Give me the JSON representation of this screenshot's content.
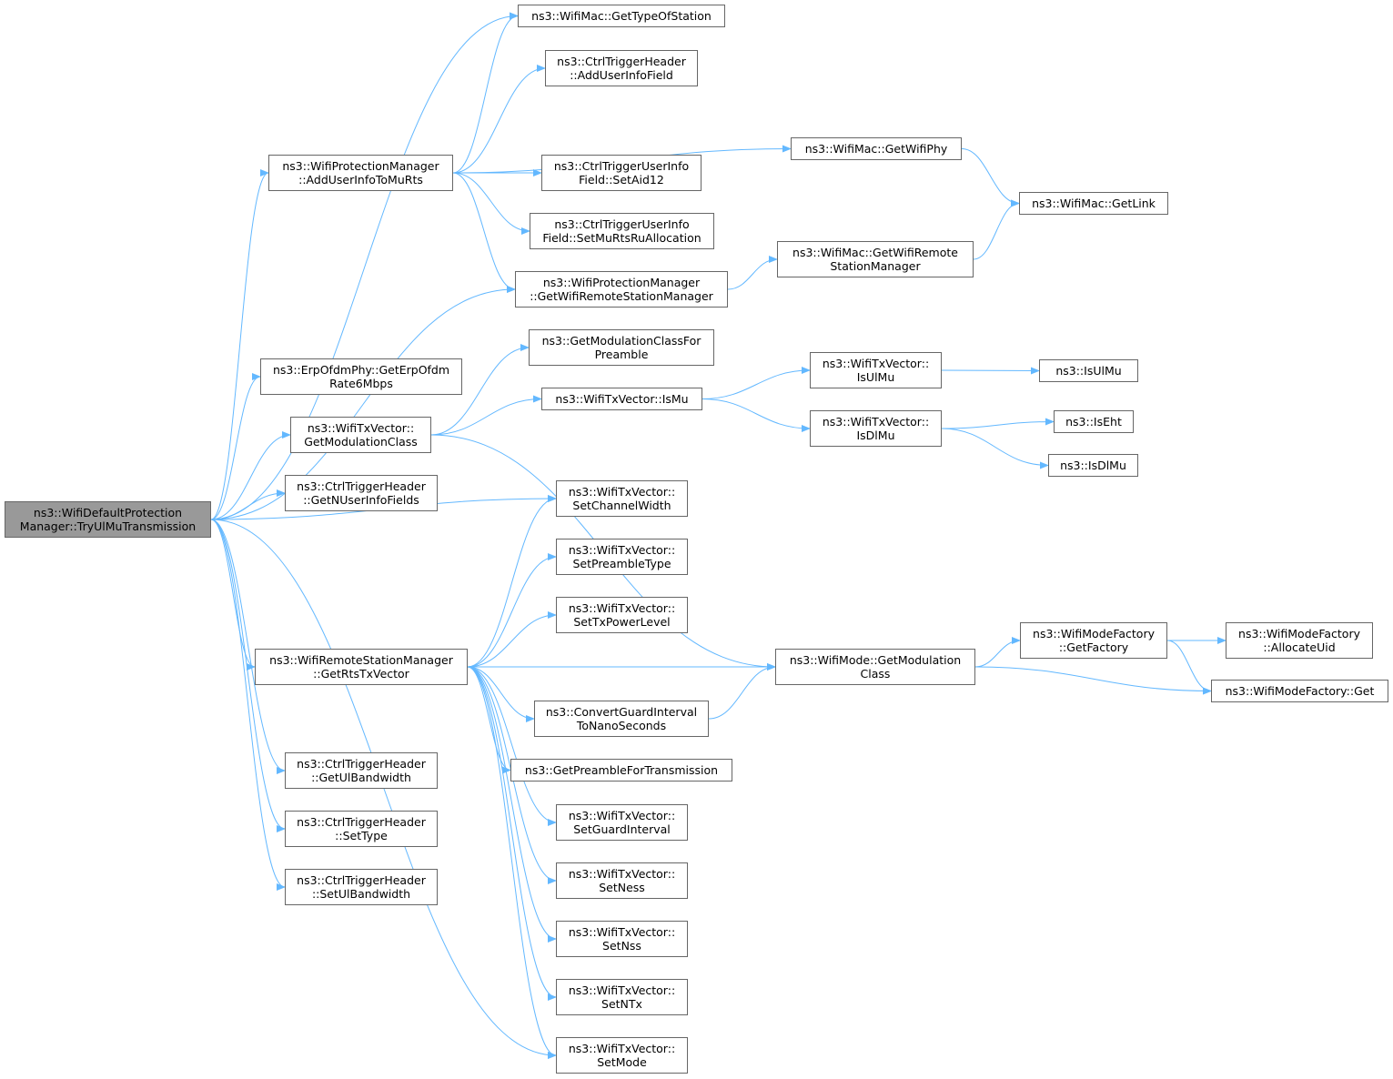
{
  "colors": {
    "edge": "#63b8ff",
    "node_border": "#666666",
    "root_fill": "#999999",
    "node_fill": "#ffffff"
  },
  "nodes": {
    "root": [
      "ns3::WifiDefaultProtection",
      "Manager::TryUlMuTransmission"
    ],
    "get_type_of_station": [
      "ns3::WifiMac::GetTypeOfStation"
    ],
    "add_user_info_field": [
      "ns3::CtrlTriggerHeader",
      "::AddUserInfoField"
    ],
    "add_user_info_to_mu_rts": [
      "ns3::WifiProtectionManager",
      "::AddUserInfoToMuRts"
    ],
    "get_wifi_phy": [
      "ns3::WifiMac::GetWifiPhy"
    ],
    "set_aid12": [
      "ns3::CtrlTriggerUserInfo",
      "Field::SetAid12"
    ],
    "get_link": [
      "ns3::WifiMac::GetLink"
    ],
    "set_mu_rts_ru_allocation": [
      "ns3::CtrlTriggerUserInfo",
      "Field::SetMuRtsRuAllocation"
    ],
    "mac_get_wifi_remote_station_manager": [
      "ns3::WifiMac::GetWifiRemote",
      "StationManager"
    ],
    "pm_get_wifi_remote_station_manager": [
      "ns3::WifiProtectionManager",
      "::GetWifiRemoteStationManager"
    ],
    "get_modulation_class_for_preamble": [
      "ns3::GetModulationClassFor",
      "Preamble"
    ],
    "get_erp_ofdm_rate": [
      "ns3::ErpOfdmPhy::GetErpOfdm",
      "Rate6Mbps"
    ],
    "tx_is_ul_mu": [
      "ns3::WifiTxVector::",
      "IsUlMu"
    ],
    "is_ul_mu": [
      "ns3::IsUlMu"
    ],
    "tx_is_mu": [
      "ns3::WifiTxVector::IsMu"
    ],
    "tx_get_modulation_class": [
      "ns3::WifiTxVector::",
      "GetModulationClass"
    ],
    "tx_is_dl_mu": [
      "ns3::WifiTxVector::",
      "IsDlMu"
    ],
    "is_eht": [
      "ns3::IsEht"
    ],
    "is_dl_mu": [
      "ns3::IsDlMu"
    ],
    "get_n_user_info_fields": [
      "ns3::CtrlTriggerHeader",
      "::GetNUserInfoFields"
    ],
    "set_channel_width": [
      "ns3::WifiTxVector::",
      "SetChannelWidth"
    ],
    "set_preamble_type": [
      "ns3::WifiTxVector::",
      "SetPreambleType"
    ],
    "set_tx_power_level": [
      "ns3::WifiTxVector::",
      "SetTxPowerLevel"
    ],
    "mode_factory_get_factory": [
      "ns3::WifiModeFactory",
      "::GetFactory"
    ],
    "mode_factory_allocate_uid": [
      "ns3::WifiModeFactory",
      "::AllocateUid"
    ],
    "get_rts_tx_vector": [
      "ns3::WifiRemoteStationManager",
      "::GetRtsTxVector"
    ],
    "mode_get_modulation_class": [
      "ns3::WifiMode::GetModulation",
      "Class"
    ],
    "mode_factory_get": [
      "ns3::WifiModeFactory::Get"
    ],
    "convert_guard_interval": [
      "ns3::ConvertGuardInterval",
      "ToNanoSeconds"
    ],
    "get_preamble_for_transmission": [
      "ns3::GetPreambleForTransmission"
    ],
    "get_ul_bandwidth": [
      "ns3::CtrlTriggerHeader",
      "::GetUlBandwidth"
    ],
    "set_guard_interval": [
      "ns3::WifiTxVector::",
      "SetGuardInterval"
    ],
    "set_type": [
      "ns3::CtrlTriggerHeader",
      "::SetType"
    ],
    "set_ness": [
      "ns3::WifiTxVector::",
      "SetNess"
    ],
    "set_ul_bandwidth": [
      "ns3::CtrlTriggerHeader",
      "::SetUlBandwidth"
    ],
    "set_nss": [
      "ns3::WifiTxVector::",
      "SetNss"
    ],
    "set_ntx": [
      "ns3::WifiTxVector::",
      "SetNTx"
    ],
    "set_mode": [
      "ns3::WifiTxVector::",
      "SetMode"
    ]
  },
  "edges": [
    [
      "root",
      "get_type_of_station"
    ],
    [
      "root",
      "add_user_info_to_mu_rts"
    ],
    [
      "root",
      "pm_get_wifi_remote_station_manager"
    ],
    [
      "root",
      "get_erp_ofdm_rate"
    ],
    [
      "root",
      "tx_get_modulation_class"
    ],
    [
      "root",
      "get_n_user_info_fields"
    ],
    [
      "root",
      "set_channel_width"
    ],
    [
      "root",
      "get_rts_tx_vector"
    ],
    [
      "root",
      "get_ul_bandwidth"
    ],
    [
      "root",
      "set_type"
    ],
    [
      "root",
      "set_ul_bandwidth"
    ],
    [
      "root",
      "set_mode"
    ],
    [
      "add_user_info_to_mu_rts",
      "get_type_of_station"
    ],
    [
      "add_user_info_to_mu_rts",
      "add_user_info_field"
    ],
    [
      "add_user_info_to_mu_rts",
      "get_wifi_phy"
    ],
    [
      "add_user_info_to_mu_rts",
      "set_aid12"
    ],
    [
      "add_user_info_to_mu_rts",
      "set_mu_rts_ru_allocation"
    ],
    [
      "add_user_info_to_mu_rts",
      "pm_get_wifi_remote_station_manager"
    ],
    [
      "get_wifi_phy",
      "get_link"
    ],
    [
      "mac_get_wifi_remote_station_manager",
      "get_link"
    ],
    [
      "pm_get_wifi_remote_station_manager",
      "mac_get_wifi_remote_station_manager"
    ],
    [
      "tx_get_modulation_class",
      "get_modulation_class_for_preamble"
    ],
    [
      "tx_get_modulation_class",
      "tx_is_mu"
    ],
    [
      "tx_get_modulation_class",
      "mode_get_modulation_class"
    ],
    [
      "tx_is_mu",
      "tx_is_ul_mu"
    ],
    [
      "tx_is_mu",
      "tx_is_dl_mu"
    ],
    [
      "tx_is_ul_mu",
      "is_ul_mu"
    ],
    [
      "tx_is_dl_mu",
      "is_eht"
    ],
    [
      "tx_is_dl_mu",
      "is_dl_mu"
    ],
    [
      "get_rts_tx_vector",
      "set_channel_width"
    ],
    [
      "get_rts_tx_vector",
      "set_preamble_type"
    ],
    [
      "get_rts_tx_vector",
      "set_tx_power_level"
    ],
    [
      "get_rts_tx_vector",
      "mode_get_modulation_class"
    ],
    [
      "get_rts_tx_vector",
      "convert_guard_interval"
    ],
    [
      "get_rts_tx_vector",
      "get_preamble_for_transmission"
    ],
    [
      "get_rts_tx_vector",
      "set_guard_interval"
    ],
    [
      "get_rts_tx_vector",
      "set_ness"
    ],
    [
      "get_rts_tx_vector",
      "set_nss"
    ],
    [
      "get_rts_tx_vector",
      "set_ntx"
    ],
    [
      "get_rts_tx_vector",
      "set_mode"
    ],
    [
      "convert_guard_interval",
      "mode_get_modulation_class"
    ],
    [
      "mode_get_modulation_class",
      "mode_factory_get_factory"
    ],
    [
      "mode_get_modulation_class",
      "mode_factory_get"
    ],
    [
      "mode_factory_get_factory",
      "mode_factory_allocate_uid"
    ],
    [
      "mode_factory_get_factory",
      "mode_factory_get"
    ]
  ]
}
